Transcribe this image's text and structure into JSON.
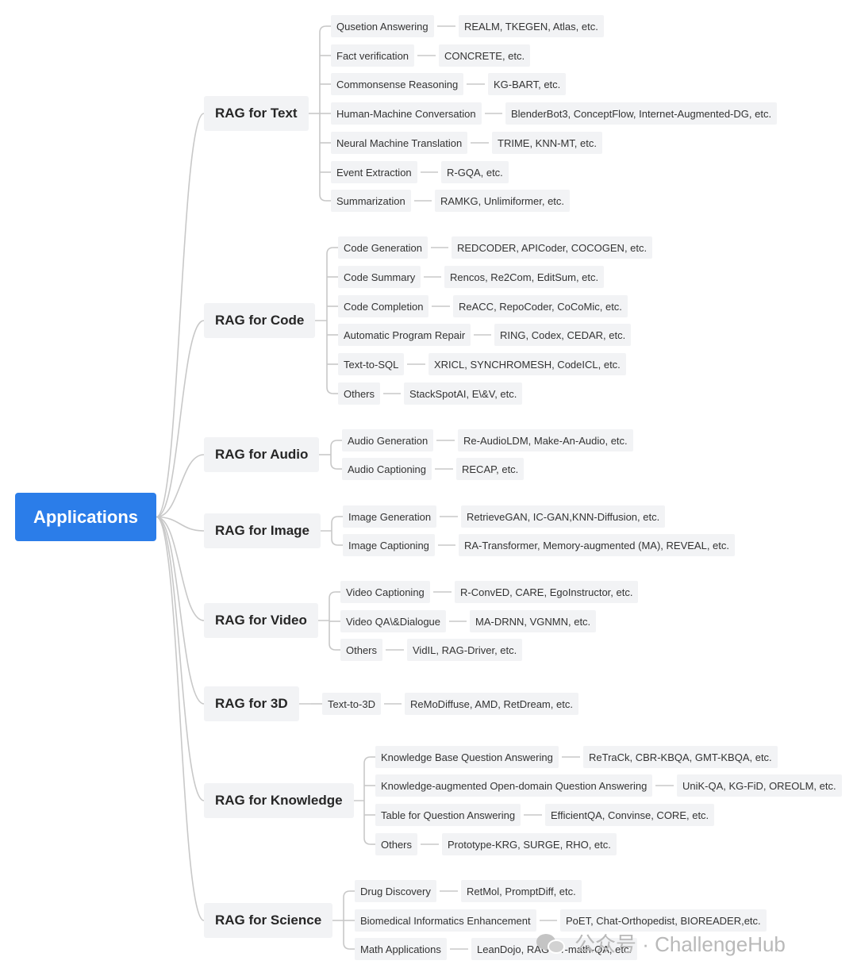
{
  "colors": {
    "root": "#2b7de9",
    "line": "#c8c8c8",
    "node_bg": "#f2f3f5"
  },
  "root": {
    "label": "Applications"
  },
  "categories": [
    {
      "label": "RAG for Text",
      "items": [
        {
          "label": "Qusetion Answering",
          "examples": "REALM, TKEGEN, Atlas, etc."
        },
        {
          "label": "Fact verification",
          "examples": "CONCRETE, etc."
        },
        {
          "label": "Commonsense Reasoning",
          "examples": "KG-BART, etc."
        },
        {
          "label": "Human-Machine Conversation",
          "examples": "BlenderBot3, ConceptFlow, Internet-Augmented-DG, etc."
        },
        {
          "label": "Neural Machine Translation",
          "examples": "TRIME, KNN-MT, etc."
        },
        {
          "label": "Event Extraction",
          "examples": "R-GQA, etc."
        },
        {
          "label": "Summarization",
          "examples": "RAMKG, Unlimiformer, etc."
        }
      ]
    },
    {
      "label": "RAG for Code",
      "items": [
        {
          "label": "Code Generation",
          "examples": "REDCODER, APICoder, COCOGEN, etc."
        },
        {
          "label": "Code Summary",
          "examples": "Rencos, Re2Com, EditSum, etc."
        },
        {
          "label": "Code Completion",
          "examples": "ReACC, RepoCoder, CoCoMic, etc."
        },
        {
          "label": "Automatic Program Repair",
          "examples": "RING, Codex, CEDAR, etc."
        },
        {
          "label": "Text-to-SQL",
          "examples": "XRICL, SYNCHROMESH, CodeICL, etc."
        },
        {
          "label": "Others",
          "examples": "StackSpotAI, E\\&V, etc."
        }
      ]
    },
    {
      "label": "RAG for Audio",
      "items": [
        {
          "label": "Audio Generation",
          "examples": "Re-AudioLDM, Make-An-Audio, etc."
        },
        {
          "label": "Audio Captioning",
          "examples": "RECAP, etc."
        }
      ]
    },
    {
      "label": "RAG for Image",
      "items": [
        {
          "label": "Image Generation",
          "examples": "RetrieveGAN, IC-GAN,KNN-Diffusion, etc."
        },
        {
          "label": "Image Captioning",
          "examples": "RA-Transformer, Memory-augmented (MA), REVEAL, etc."
        }
      ]
    },
    {
      "label": "RAG for Video",
      "items": [
        {
          "label": "Video Captioning",
          "examples": "R-ConvED, CARE, EgoInstructor, etc."
        },
        {
          "label": "Video QA\\&Dialogue",
          "examples": "MA-DRNN, VGNMN, etc."
        },
        {
          "label": "Others",
          "examples": "VidIL, RAG-Driver, etc."
        }
      ]
    },
    {
      "label": "RAG for 3D",
      "items": [
        {
          "label": "Text-to-3D",
          "examples": "ReMoDiffuse, AMD, RetDream, etc."
        }
      ]
    },
    {
      "label": "RAG for Knowledge",
      "items": [
        {
          "label": "Knowledge Base Question Answering",
          "examples": "ReTraCk, CBR-KBQA, GMT-KBQA, etc."
        },
        {
          "label": "Knowledge-augmented Open-domain Question Answering",
          "examples": "UniK-QA, KG-FiD, OREOLM, etc."
        },
        {
          "label": "Table for Question Answering",
          "examples": "EfficientQA, Convinse, CORE, etc."
        },
        {
          "label": "Others",
          "examples": "Prototype-KRG, SURGE, RHO, etc."
        }
      ]
    },
    {
      "label": "RAG for Science",
      "items": [
        {
          "label": "Drug Discovery",
          "examples": "RetMol, PromptDiff, etc."
        },
        {
          "label": "Biomedical Informatics Enhancement",
          "examples": "PoET, Chat-Orthopedist, BIOREADER,etc."
        },
        {
          "label": "Math Applications",
          "examples": "LeanDojo, RAG-for-math-QA, etc."
        }
      ]
    }
  ],
  "watermark": {
    "text": "公众号 · ChallengeHub",
    "icon": "wechat-icon"
  }
}
